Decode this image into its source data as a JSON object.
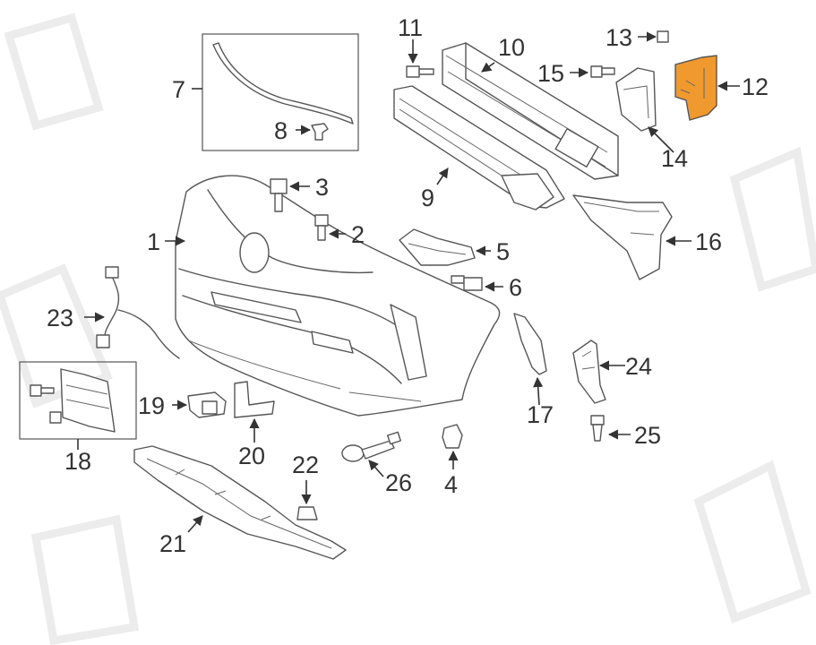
{
  "diagram": {
    "highlight_color": "#f0992e",
    "watermark_color": "#ececec",
    "callouts": {
      "c1": "1",
      "c2": "2",
      "c3": "3",
      "c4": "4",
      "c5": "5",
      "c6": "6",
      "c7": "7",
      "c8": "8",
      "c9": "9",
      "c10": "10",
      "c11": "11",
      "c12": "12",
      "c13": "13",
      "c14": "14",
      "c15": "15",
      "c16": "16",
      "c17": "17",
      "c18": "18",
      "c19": "19",
      "c20": "20",
      "c21": "21",
      "c22": "22",
      "c23": "23",
      "c24": "24",
      "c25": "25",
      "c26": "26"
    }
  }
}
